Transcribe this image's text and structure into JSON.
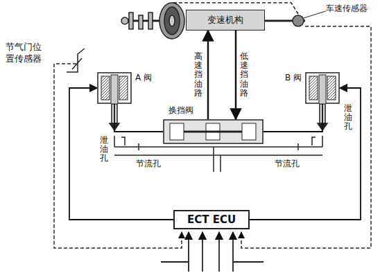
{
  "diagram": {
    "nodes": [
      {
        "text": [
          "变速机构"
        ]
      },
      {
        "text": [
          "A 阀"
        ]
      },
      {
        "text": [
          "B 阀"
        ]
      },
      {
        "text": [
          "换挡阀"
        ]
      },
      {
        "text": [
          "ECT ECU"
        ]
      }
    ],
    "edges": [
      {
        "from": 4,
        "to": 1,
        "arrow": "to"
      },
      {
        "from": 4,
        "to": 2,
        "arrow": "to"
      },
      {
        "from": 1,
        "to": 3,
        "arrow": "none"
      },
      {
        "from": 2,
        "to": 3,
        "arrow": "none"
      },
      {
        "from": 3,
        "to": 0,
        "arrow": "to",
        "label": "高速挡油路"
      },
      {
        "from": 0,
        "to": 3,
        "arrow": "to",
        "label": "低速挡油路"
      }
    ],
    "labels": [
      "节气门位 置传感器",
      "车速传感器",
      "泄油孔",
      "节流孔",
      "节流孔",
      "泄油孔"
    ]
  }
}
